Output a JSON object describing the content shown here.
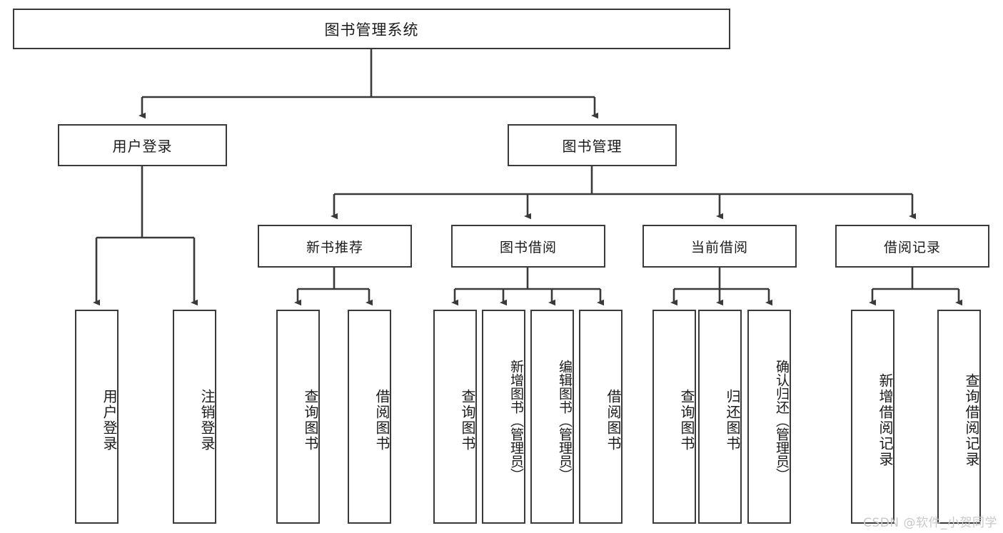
{
  "diagram": {
    "type": "tree-hierarchy",
    "title": "图书管理系统",
    "watermark": "CSDN @软件_小贺同学",
    "colors": {
      "stroke": "#3a3a3a",
      "fill": "#ffffff",
      "text": "#1a1a1a",
      "watermark": "#c9c9c9"
    },
    "nodes": {
      "root": {
        "label": "图书管理系统"
      },
      "level1": [
        {
          "id": "user-login",
          "label": "用户登录"
        },
        {
          "id": "book-manage",
          "label": "图书管理"
        }
      ],
      "level2": [
        {
          "id": "new-book-recommend",
          "label": "新书推荐"
        },
        {
          "id": "book-borrow",
          "label": "图书借阅"
        },
        {
          "id": "current-borrow",
          "label": "当前借阅"
        },
        {
          "id": "borrow-record",
          "label": "借阅记录"
        }
      ],
      "leaves": {
        "user-login": [
          {
            "id": "leaf-user-login",
            "label": "用户登录"
          },
          {
            "id": "leaf-logout",
            "label": "注销登录"
          }
        ],
        "new-book-recommend": [
          {
            "id": "leaf-query-book-1",
            "label": "查询图书"
          },
          {
            "id": "leaf-borrow-book-1",
            "label": "借阅图书"
          }
        ],
        "book-borrow": [
          {
            "id": "leaf-query-book-2",
            "label": "查询图书"
          },
          {
            "id": "leaf-add-book",
            "label": "新增图书（管理员）"
          },
          {
            "id": "leaf-edit-book",
            "label": "编辑图书（管理员）"
          },
          {
            "id": "leaf-borrow-book-2",
            "label": "借阅图书"
          }
        ],
        "current-borrow": [
          {
            "id": "leaf-query-book-3",
            "label": "查询图书"
          },
          {
            "id": "leaf-return-book",
            "label": "归还图书"
          },
          {
            "id": "leaf-confirm-return",
            "label": "确认归还（管理员）"
          }
        ],
        "borrow-record": [
          {
            "id": "leaf-add-record",
            "label": "新增借阅记录"
          },
          {
            "id": "leaf-query-record",
            "label": "查询借阅记录"
          }
        ]
      }
    }
  }
}
